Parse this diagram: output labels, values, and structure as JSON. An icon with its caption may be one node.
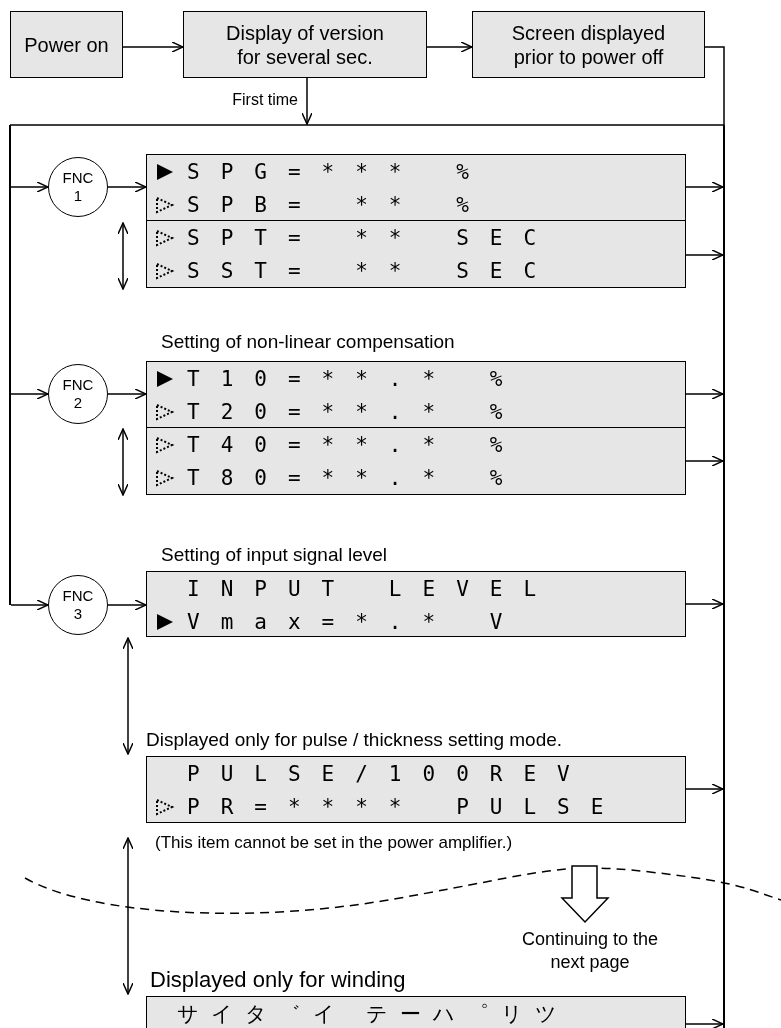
{
  "diagram": {
    "nodes": [
      {
        "text": [
          "Power on"
        ]
      },
      {
        "text": [
          "Display of version for several sec."
        ]
      },
      {
        "text": [
          "Screen displayed prior to power off"
        ]
      },
      {
        "text": [
          "FNC 1"
        ]
      },
      {
        "text": [
          "SPG=*** %",
          "SPB= ** %"
        ]
      },
      {
        "text": [
          "SPT= ** SEC",
          "SST= ** SEC"
        ]
      },
      {
        "text": [
          "FNC 2"
        ]
      },
      {
        "text": [
          "Setting of non-linear compensation",
          "T10=**.* %",
          "T20=**.* %"
        ]
      },
      {
        "text": [
          "T40=**.* %",
          "T80=**.* %"
        ]
      },
      {
        "text": [
          "FNC 3"
        ]
      },
      {
        "text": [
          "Setting of input signal level",
          "INPUT LEVEL",
          "Vmax=*.* V"
        ]
      },
      {
        "text": [
          "Displayed only for pulse / thickness setting mode.",
          "PULSE/100REV",
          "PR=**** PULSE"
        ],
        "beside": [
          "(This item cannot be set in the power amplifier.)"
        ]
      },
      {
        "text": [
          "Displayed only for winding",
          "サイタ゛イ テーハ゜リツ"
        ]
      },
      {
        "text": [],
        "shape": "bar"
      },
      {
        "text": [],
        "shape": "bar"
      }
    ],
    "edges": [
      {
        "from": 0,
        "to": 1,
        "arrow": "to"
      },
      {
        "from": 1,
        "to": 2,
        "arrow": "to"
      },
      {
        "from": 1,
        "to": null,
        "arrow": "to",
        "label": "First time"
      },
      {
        "from": 2,
        "to": 14,
        "arrow": "none"
      },
      {
        "from": 14,
        "to": 13,
        "arrow": "none"
      },
      {
        "from": 13,
        "to": 3,
        "arrow": "to"
      },
      {
        "from": 3,
        "to": 4,
        "arrow": "to"
      },
      {
        "from": 4,
        "to": 14,
        "arrow": "to"
      },
      {
        "from": 5,
        "to": 14,
        "arrow": "to"
      },
      {
        "from": 13,
        "to": 6,
        "arrow": "to"
      },
      {
        "from": 6,
        "to": 7,
        "arrow": "to"
      },
      {
        "from": 7,
        "to": 14,
        "arrow": "to"
      },
      {
        "from": 8,
        "to": 14,
        "arrow": "to"
      },
      {
        "from": 13,
        "to": 9,
        "arrow": "to"
      },
      {
        "from": 9,
        "to": 10,
        "arrow": "to"
      },
      {
        "from": 10,
        "to": 14,
        "arrow": "to"
      },
      {
        "from": 10,
        "to": 11,
        "arrow": "both"
      },
      {
        "from": 11,
        "to": 14,
        "arrow": "to"
      },
      {
        "from": 11,
        "to": 12,
        "arrow": "both"
      },
      {
        "from": 12,
        "to": 14,
        "arrow": "to"
      }
    ],
    "labels": [
      "Continuing to the next page"
    ]
  }
}
